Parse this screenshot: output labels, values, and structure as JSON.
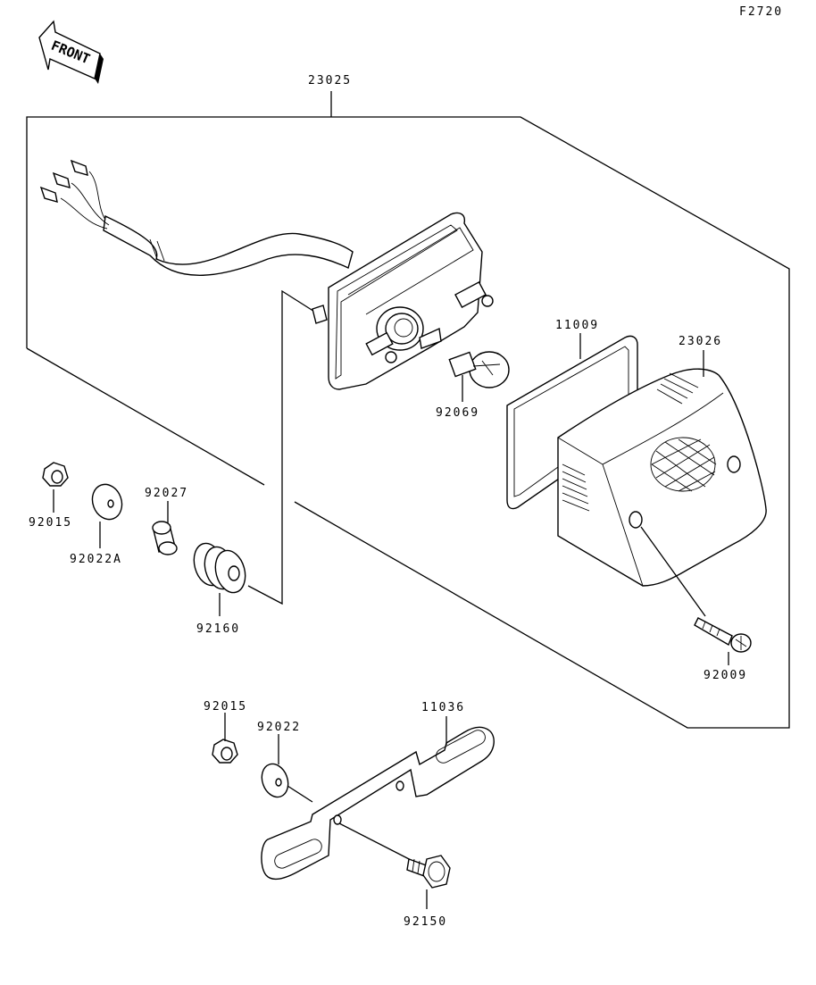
{
  "figure_code": "F2720",
  "front_label": "FRONT",
  "parts": {
    "p23025": "23025",
    "p11009": "11009",
    "p23026": "23026",
    "p92069": "92069",
    "p92015a": "92015",
    "p92022A": "92022A",
    "p92027": "92027",
    "p92160": "92160",
    "p92009": "92009",
    "p92015b": "92015",
    "p92022": "92022",
    "p11036": "11036",
    "p92150": "92150"
  }
}
